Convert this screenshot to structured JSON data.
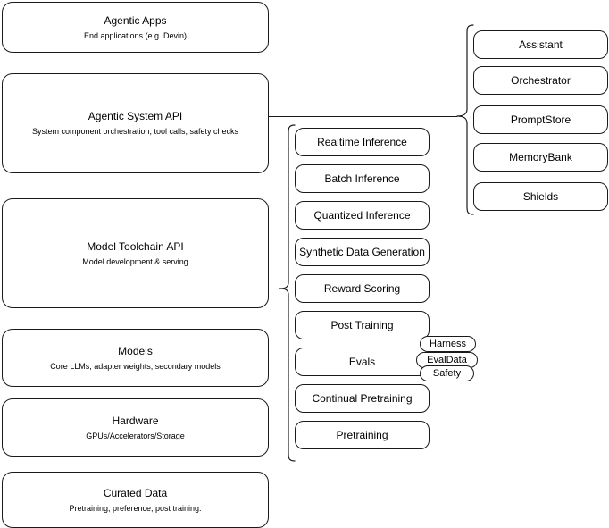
{
  "diagram": {
    "title": "AI stack layered architecture",
    "stroke_color": "#1a1a1a",
    "background_color": "#ffffff"
  },
  "layers": [
    {
      "id": "agentic-apps",
      "title": "Agentic Apps",
      "subtitle": "End applications (e.g. Devin)"
    },
    {
      "id": "agentic-system-api",
      "title": "Agentic System API",
      "subtitle": "System component orchestration, tool calls, safety checks"
    },
    {
      "id": "model-toolchain-api",
      "title": "Model Toolchain API",
      "subtitle": "Model development & serving"
    },
    {
      "id": "models",
      "title": "Models",
      "subtitle": "Core LLMs, adapter weights, secondary models"
    },
    {
      "id": "hardware",
      "title": "Hardware",
      "subtitle": "GPUs/Accelerators/Storage"
    },
    {
      "id": "curated-data",
      "title": "Curated Data",
      "subtitle": "Pretraining, preference, post training."
    }
  ],
  "toolchain_capabilities": [
    {
      "id": "realtime-inference",
      "label": "Realtime Inference"
    },
    {
      "id": "batch-inference",
      "label": "Batch Inference"
    },
    {
      "id": "quantized-inference",
      "label": "Quantized Inference"
    },
    {
      "id": "synthetic-data-generation",
      "label": "Synthetic Data Generation"
    },
    {
      "id": "reward-scoring",
      "label": "Reward Scoring"
    },
    {
      "id": "post-training",
      "label": "Post Training"
    },
    {
      "id": "evals",
      "label": "Evals"
    },
    {
      "id": "continual-pretraining",
      "label": "Continual Pretraining"
    },
    {
      "id": "pretraining",
      "label": "Pretraining"
    }
  ],
  "eval_tags": [
    {
      "id": "harness",
      "label": "Harness"
    },
    {
      "id": "evaldata",
      "label": "EvalData"
    },
    {
      "id": "safety",
      "label": "Safety"
    }
  ],
  "system_components": [
    {
      "id": "assistant",
      "label": "Assistant"
    },
    {
      "id": "orchestrator",
      "label": "Orchestrator"
    },
    {
      "id": "promptstore",
      "label": "PromptStore"
    },
    {
      "id": "memorybank",
      "label": "MemoryBank"
    },
    {
      "id": "shields",
      "label": "Shields"
    }
  ]
}
